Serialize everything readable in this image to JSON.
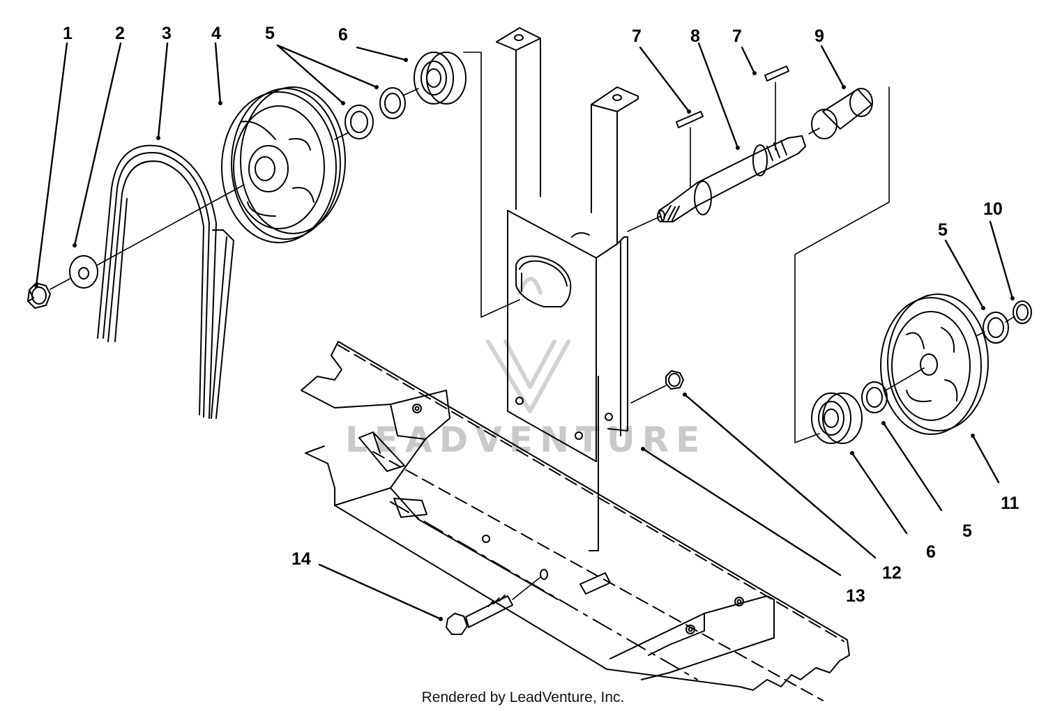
{
  "diagram": {
    "callouts": [
      {
        "id": "c1",
        "text": "1"
      },
      {
        "id": "c2",
        "text": "2"
      },
      {
        "id": "c3",
        "text": "3"
      },
      {
        "id": "c4",
        "text": "4"
      },
      {
        "id": "c5a",
        "text": "5"
      },
      {
        "id": "c6a",
        "text": "6"
      },
      {
        "id": "c7a",
        "text": "7"
      },
      {
        "id": "c8",
        "text": "8"
      },
      {
        "id": "c7b",
        "text": "7"
      },
      {
        "id": "c9",
        "text": "9"
      },
      {
        "id": "c10",
        "text": "10"
      },
      {
        "id": "c5b",
        "text": "5"
      },
      {
        "id": "c11",
        "text": "11"
      },
      {
        "id": "c5c",
        "text": "5"
      },
      {
        "id": "c6b",
        "text": "6"
      },
      {
        "id": "c12",
        "text": "12"
      },
      {
        "id": "c13",
        "text": "13"
      },
      {
        "id": "c14",
        "text": "14"
      }
    ],
    "watermark": "LEADVENTURE",
    "footer": "Rendered by LeadVenture, Inc."
  }
}
